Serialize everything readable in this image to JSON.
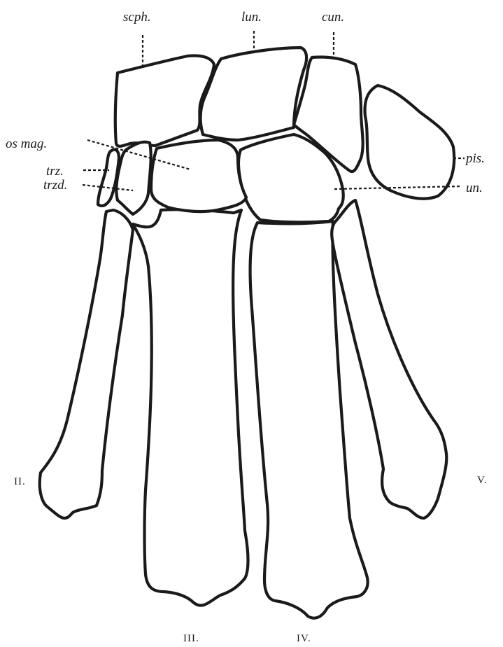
{
  "labels": {
    "scph": "scph.",
    "lun": "lun.",
    "cun": "cun.",
    "os_mag": "os mag.",
    "trz": "trz.",
    "trzd": "trzd.",
    "pis": "pis.",
    "un": "un.",
    "mc2": "II.",
    "mc3": "III.",
    "mc4": "IV.",
    "mc5": "V."
  }
}
